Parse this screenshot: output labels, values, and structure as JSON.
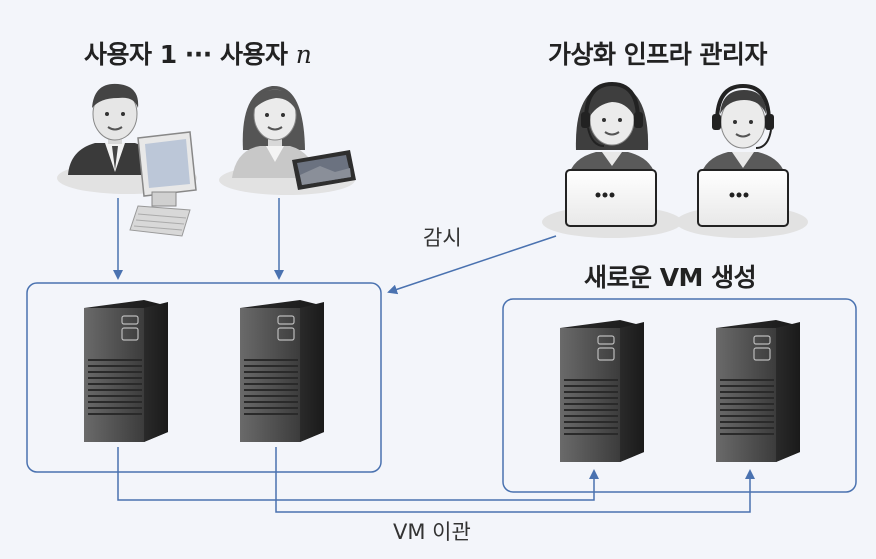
{
  "users_label": {
    "part1": "사용자 1 ··· 사용자 ",
    "n": "n"
  },
  "admin_label": "가상화 인프라 관리자",
  "monitor_label": "감시",
  "new_vm_label": "새로운 VM 생성",
  "migration_label": "VM 이관",
  "icons": {
    "user1": "businessman-at-desktop-computer-icon",
    "user2": "woman-with-tablet-icon",
    "admin1": "female-headset-operator-with-laptop-icon",
    "admin2": "male-headset-operator-with-laptop-icon",
    "server": "tower-server-icon"
  },
  "colors": {
    "background": "#f3f5fa",
    "arrow": "#4a72b0",
    "box_border": "#4a72b0",
    "server_body": "#4d4d4d",
    "shadow_ellipse": "#e2e2e2"
  }
}
